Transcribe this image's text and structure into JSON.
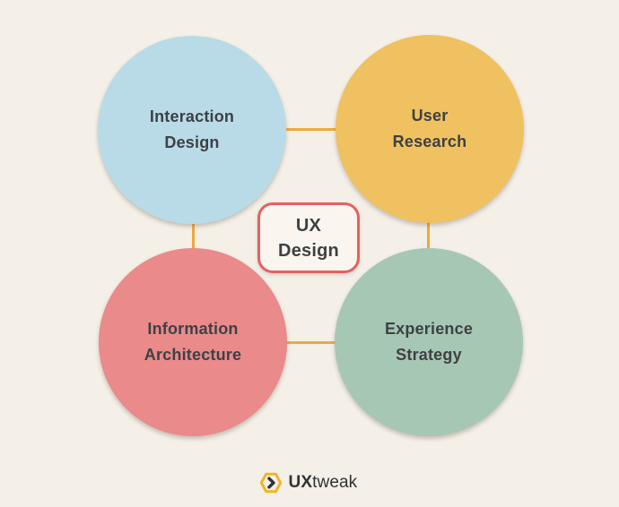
{
  "colors": {
    "background": "#f4efe7",
    "text": "#3d4145",
    "connector": "#f0a840"
  },
  "nodes": [
    {
      "id": "interaction-design",
      "label": "Interaction\nDesign",
      "color": "#b9dbe7"
    },
    {
      "id": "user-research",
      "label": "User\nResearch",
      "color": "#f0c160"
    },
    {
      "id": "information-architecture",
      "label": "Information\nArchitecture",
      "color": "#ea8a8a"
    },
    {
      "id": "experience-strategy",
      "label": "Experience\nStrategy",
      "color": "#a7c7b5"
    }
  ],
  "center": {
    "label": "UX\nDesign",
    "border_color": "#e66060",
    "fill": "#faf6ef"
  },
  "logo": {
    "brand_bold": "UX",
    "brand_rest": "tweak",
    "hexagon_color": "#f0b429",
    "chevron_color": "#2f3337"
  }
}
